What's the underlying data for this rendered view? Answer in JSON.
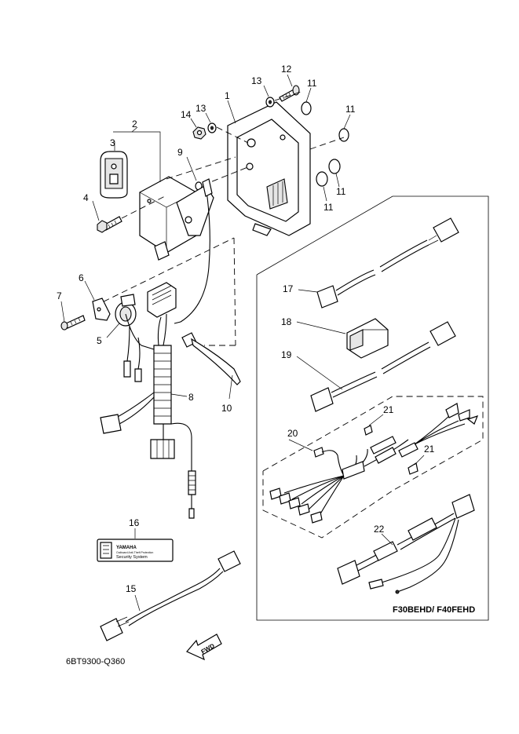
{
  "callouts": {
    "n1": "1",
    "n2": "2",
    "n3": "3",
    "n4": "4",
    "n5": "5",
    "n6": "6",
    "n7": "7",
    "n8": "8",
    "n9": "9",
    "n10": "10",
    "n11a": "11",
    "n11b": "11",
    "n11c": "11",
    "n11d": "11",
    "n12": "12",
    "n13a": "13",
    "n13b": "13",
    "n14": "14",
    "n15": "15",
    "n16": "16",
    "n17": "17",
    "n18": "18",
    "n19": "19",
    "n20": "20",
    "n21a": "21",
    "n21b": "21",
    "n22": "22"
  },
  "label_16": {
    "brand": "YAMAHA",
    "fine_print": "Outboard Anti-Theft Protection",
    "title": "Security System"
  },
  "box_label": "F30BEHD/ F40FEHD",
  "fwd_label": "FWD",
  "drawing_code": "6BT9300-Q360"
}
